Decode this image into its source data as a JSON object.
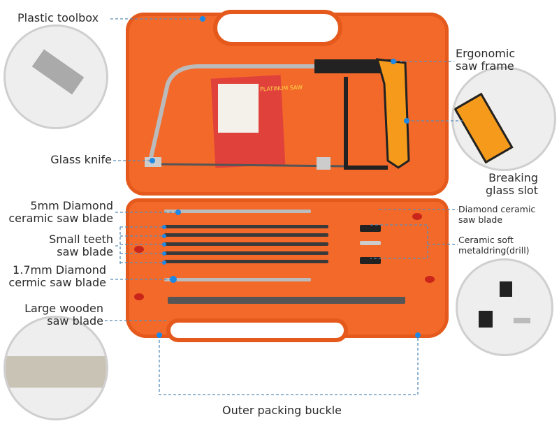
{
  "labels": {
    "plastic_toolbox": "Plastic toolbox",
    "glass_knife": "Glass knife",
    "diamond_5mm": [
      "5mm Diamond",
      "ceramic saw blade"
    ],
    "small_teeth": [
      "Small teeth",
      "saw blade"
    ],
    "diamond_1_7mm": [
      "1.7mm Diamond",
      "cermic saw blade"
    ],
    "large_wooden": [
      "Large wooden",
      "saw blade"
    ],
    "ergonomic_frame": [
      "Ergonomic",
      "saw frame"
    ],
    "breaking_slot": [
      "Breaking",
      "glass slot"
    ],
    "diamond_ceramic": [
      "Diamond ceramic",
      "saw blade"
    ],
    "ceramic_soft": [
      "Ceramic soft",
      "metaldring(drill)"
    ],
    "outer_buckle": "Outer packing buckle"
  },
  "product_card_text": "PLATINUM SAW",
  "colors": {
    "case": "#f2692a",
    "case_edge": "#e55a1c",
    "leader": "#5b8db8",
    "dot": "#1e88e5",
    "handle": "#f59a1b"
  }
}
